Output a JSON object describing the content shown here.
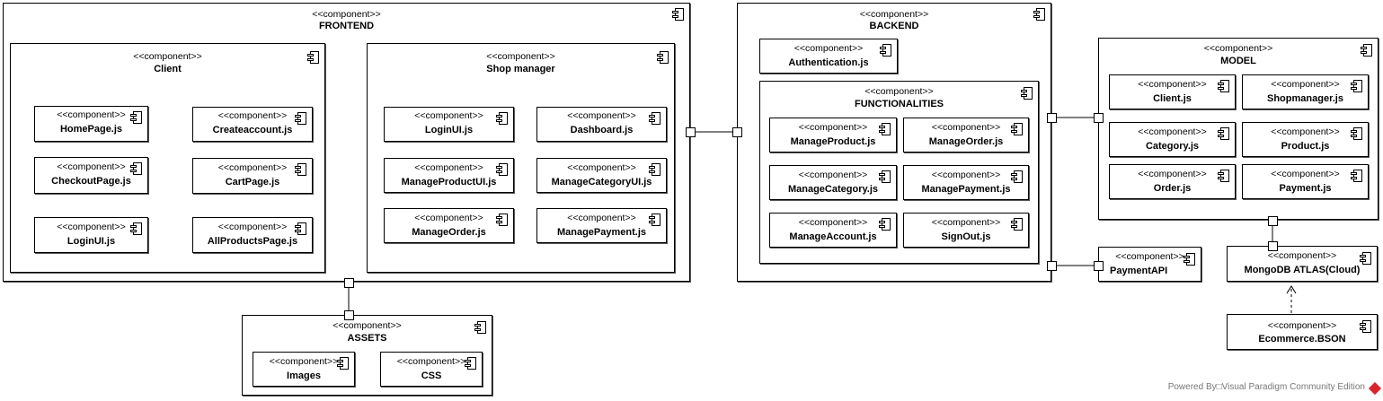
{
  "stereotype": "<<component>>",
  "frontend": {
    "title": "FRONTEND",
    "client": {
      "title": "Client",
      "items": [
        "HomePage.js",
        "Createaccount.js",
        "CheckoutPage.js",
        "CartPage.js",
        "LoginUI.js",
        "AllProductsPage.js"
      ]
    },
    "shop_manager": {
      "title": "Shop manager",
      "items": [
        "LoginUI.js",
        "Dashboard.js",
        "ManageProductUI.js",
        "ManageCategoryUI.js",
        "ManageOrder.js",
        "ManagePayment.js"
      ]
    }
  },
  "assets": {
    "title": "ASSETS",
    "items": [
      "Images",
      "CSS"
    ]
  },
  "backend": {
    "title": "BACKEND",
    "authentication": "Authentication.js",
    "functionalities": {
      "title": "FUNCTIONALITIES",
      "items": [
        "ManageProduct.js",
        "ManageOrder.js",
        "ManageCategory.js",
        "ManagePayment.js",
        "ManageAccount.js",
        "SignOut.js"
      ]
    }
  },
  "model": {
    "title": "MODEL",
    "items": [
      "Client.js",
      "Shopmanager.js",
      "Category.js",
      "Product.js",
      "Order.js",
      "Payment.js"
    ]
  },
  "payment_api": "PaymentAPI",
  "mongodb": "MongoDB ATLAS(Cloud)",
  "ecommerce_bson": "Ecommerce.BSON",
  "watermark": "Powered By□Visual Paradigm Community Edition"
}
